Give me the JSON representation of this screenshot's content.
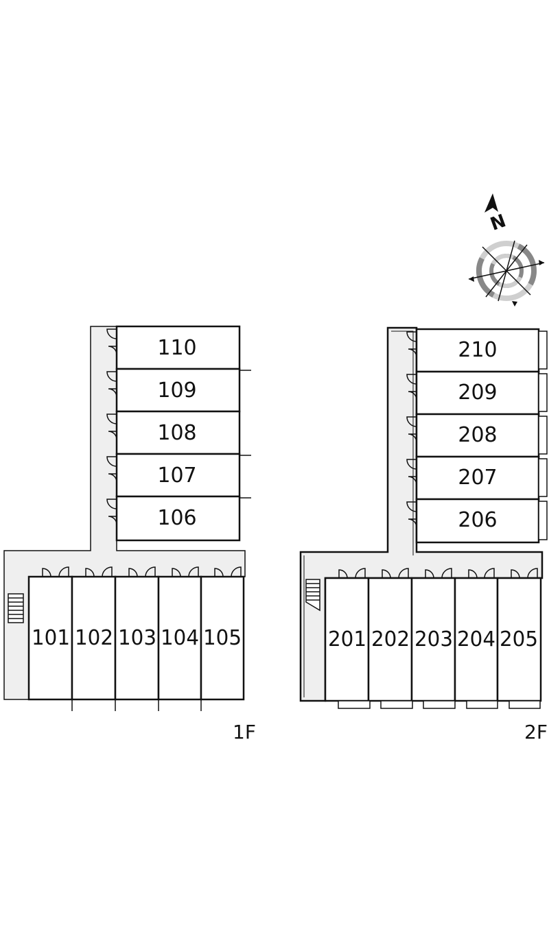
{
  "floors": [
    {
      "label": "1F",
      "units_upper": [
        "110",
        "109",
        "108",
        "107",
        "106"
      ],
      "units_lower": [
        "101",
        "102",
        "103",
        "104",
        "105"
      ]
    },
    {
      "label": "2F",
      "units_upper": [
        "210",
        "209",
        "208",
        "207",
        "206"
      ],
      "units_lower": [
        "201",
        "202",
        "203",
        "204",
        "205"
      ]
    }
  ],
  "compass": {
    "north_label": "N"
  },
  "colors": {
    "walkway": "#efefef",
    "wall": "#111111",
    "compass_ring_dark": "#888888",
    "compass_ring_light": "#cfcfcf"
  }
}
